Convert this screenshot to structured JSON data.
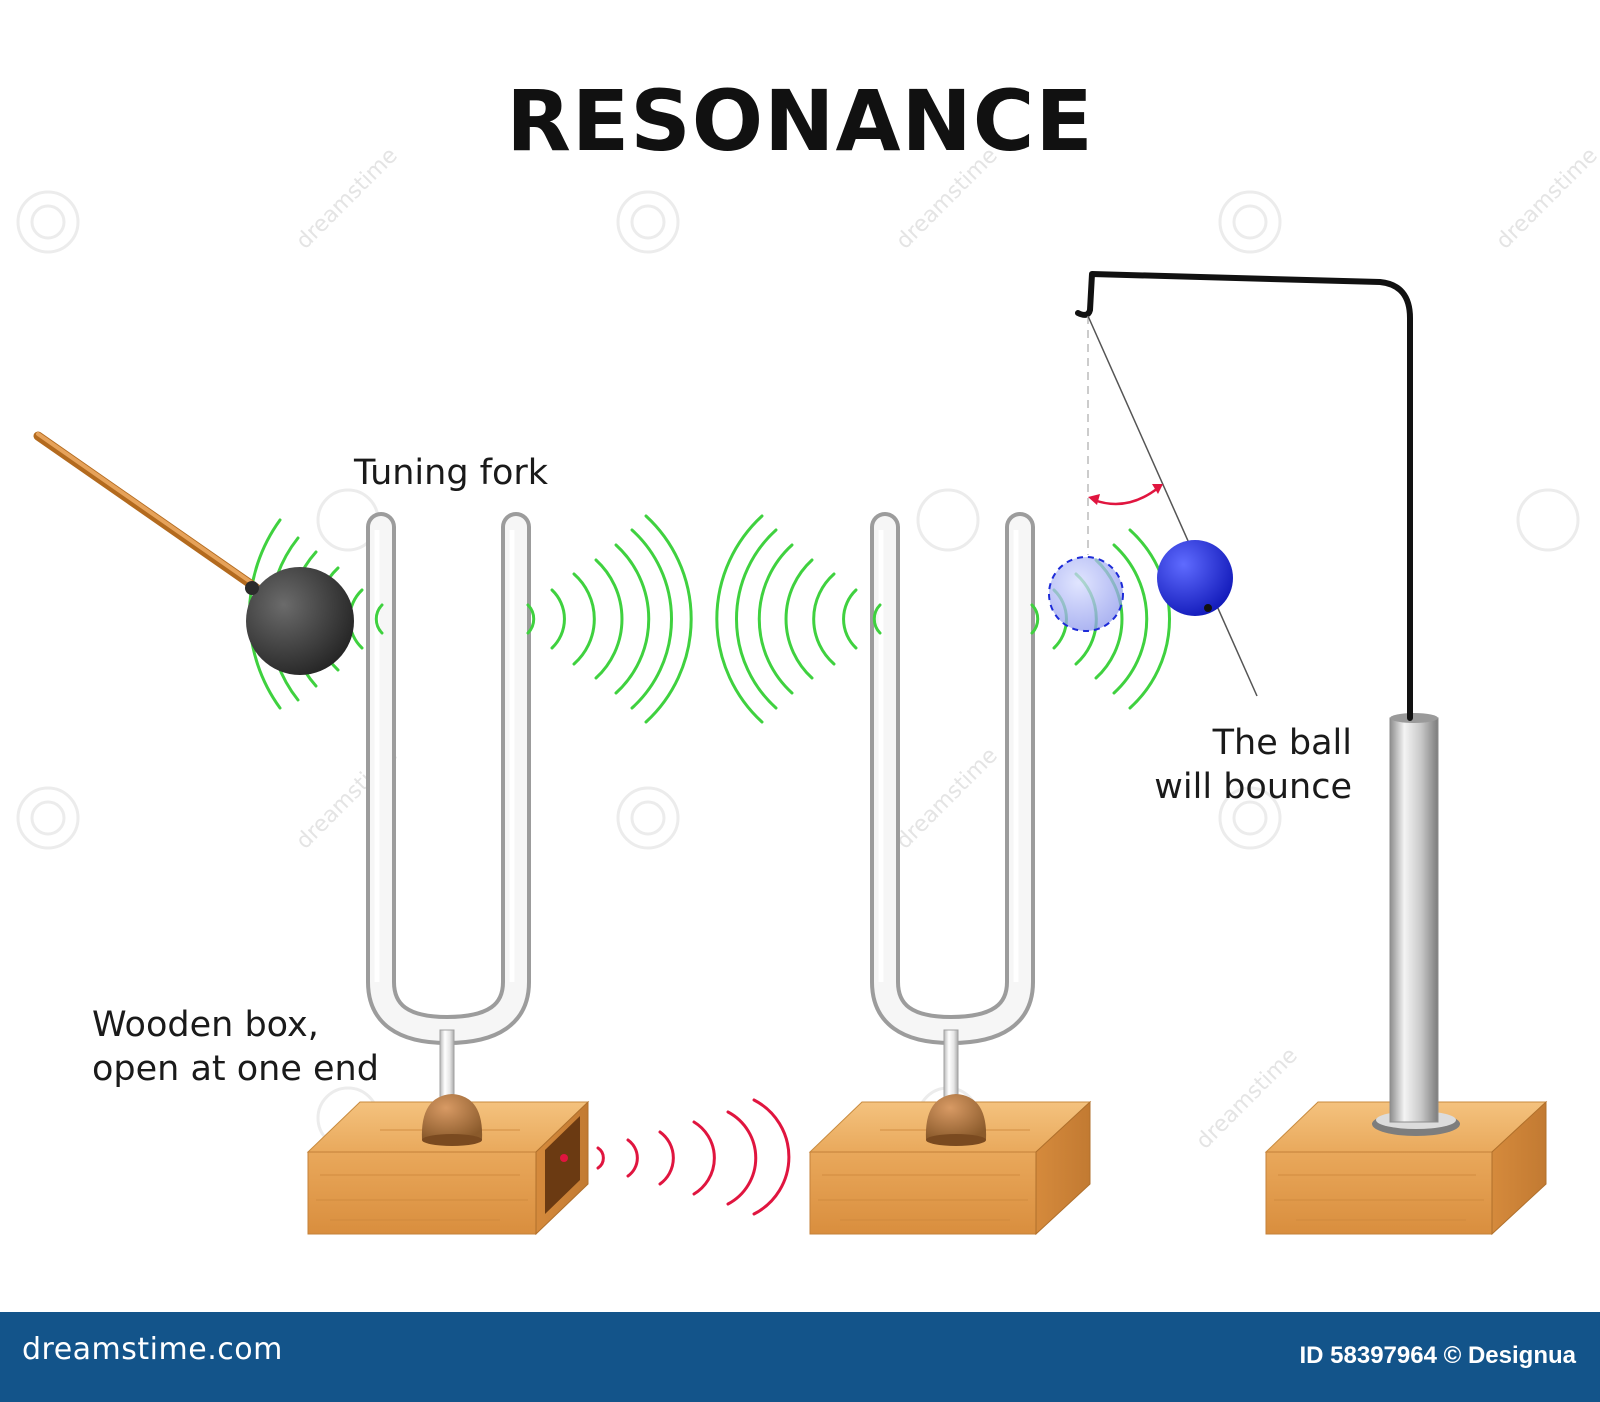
{
  "title": "RESONANCE",
  "labels": {
    "tuning_fork": "Tuning fork",
    "ball_line1": "The ball",
    "ball_line2": "will bounce",
    "box_line1": "Wooden box,",
    "box_line2": "open at one end"
  },
  "watermark": {
    "text": "dreamstime"
  },
  "footer": {
    "logo": "dreamstime.com",
    "image_id": "ID 58397964 © Designua"
  },
  "colors": {
    "wave_green": "#3fd13f",
    "wave_red": "#e0153f",
    "ball_blue": "#1d2bd8",
    "wood": "#e2a55a",
    "footer_bg": "#13548a"
  }
}
